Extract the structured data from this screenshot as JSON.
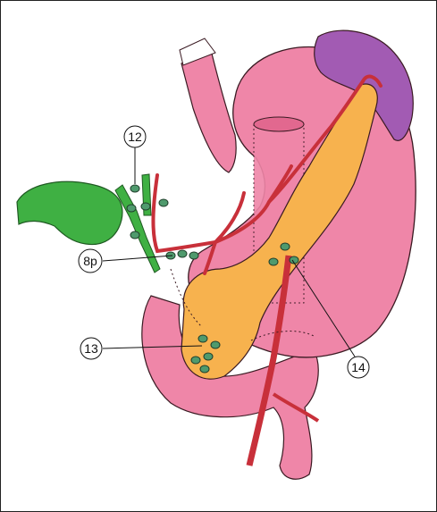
{
  "labels": {
    "station_12": "12",
    "station_8p": "8p",
    "station_13": "13",
    "station_14": "14"
  },
  "colors": {
    "stomach": "#ef86a8",
    "stomach_dark": "#e2688f",
    "pancreas": "#f7b24e",
    "gallbladder": "#3fb043",
    "spleen": "#a25bb3",
    "artery": "#c8303a",
    "lymph_node": "#4f9a6d",
    "outline": "#3a1a22"
  }
}
